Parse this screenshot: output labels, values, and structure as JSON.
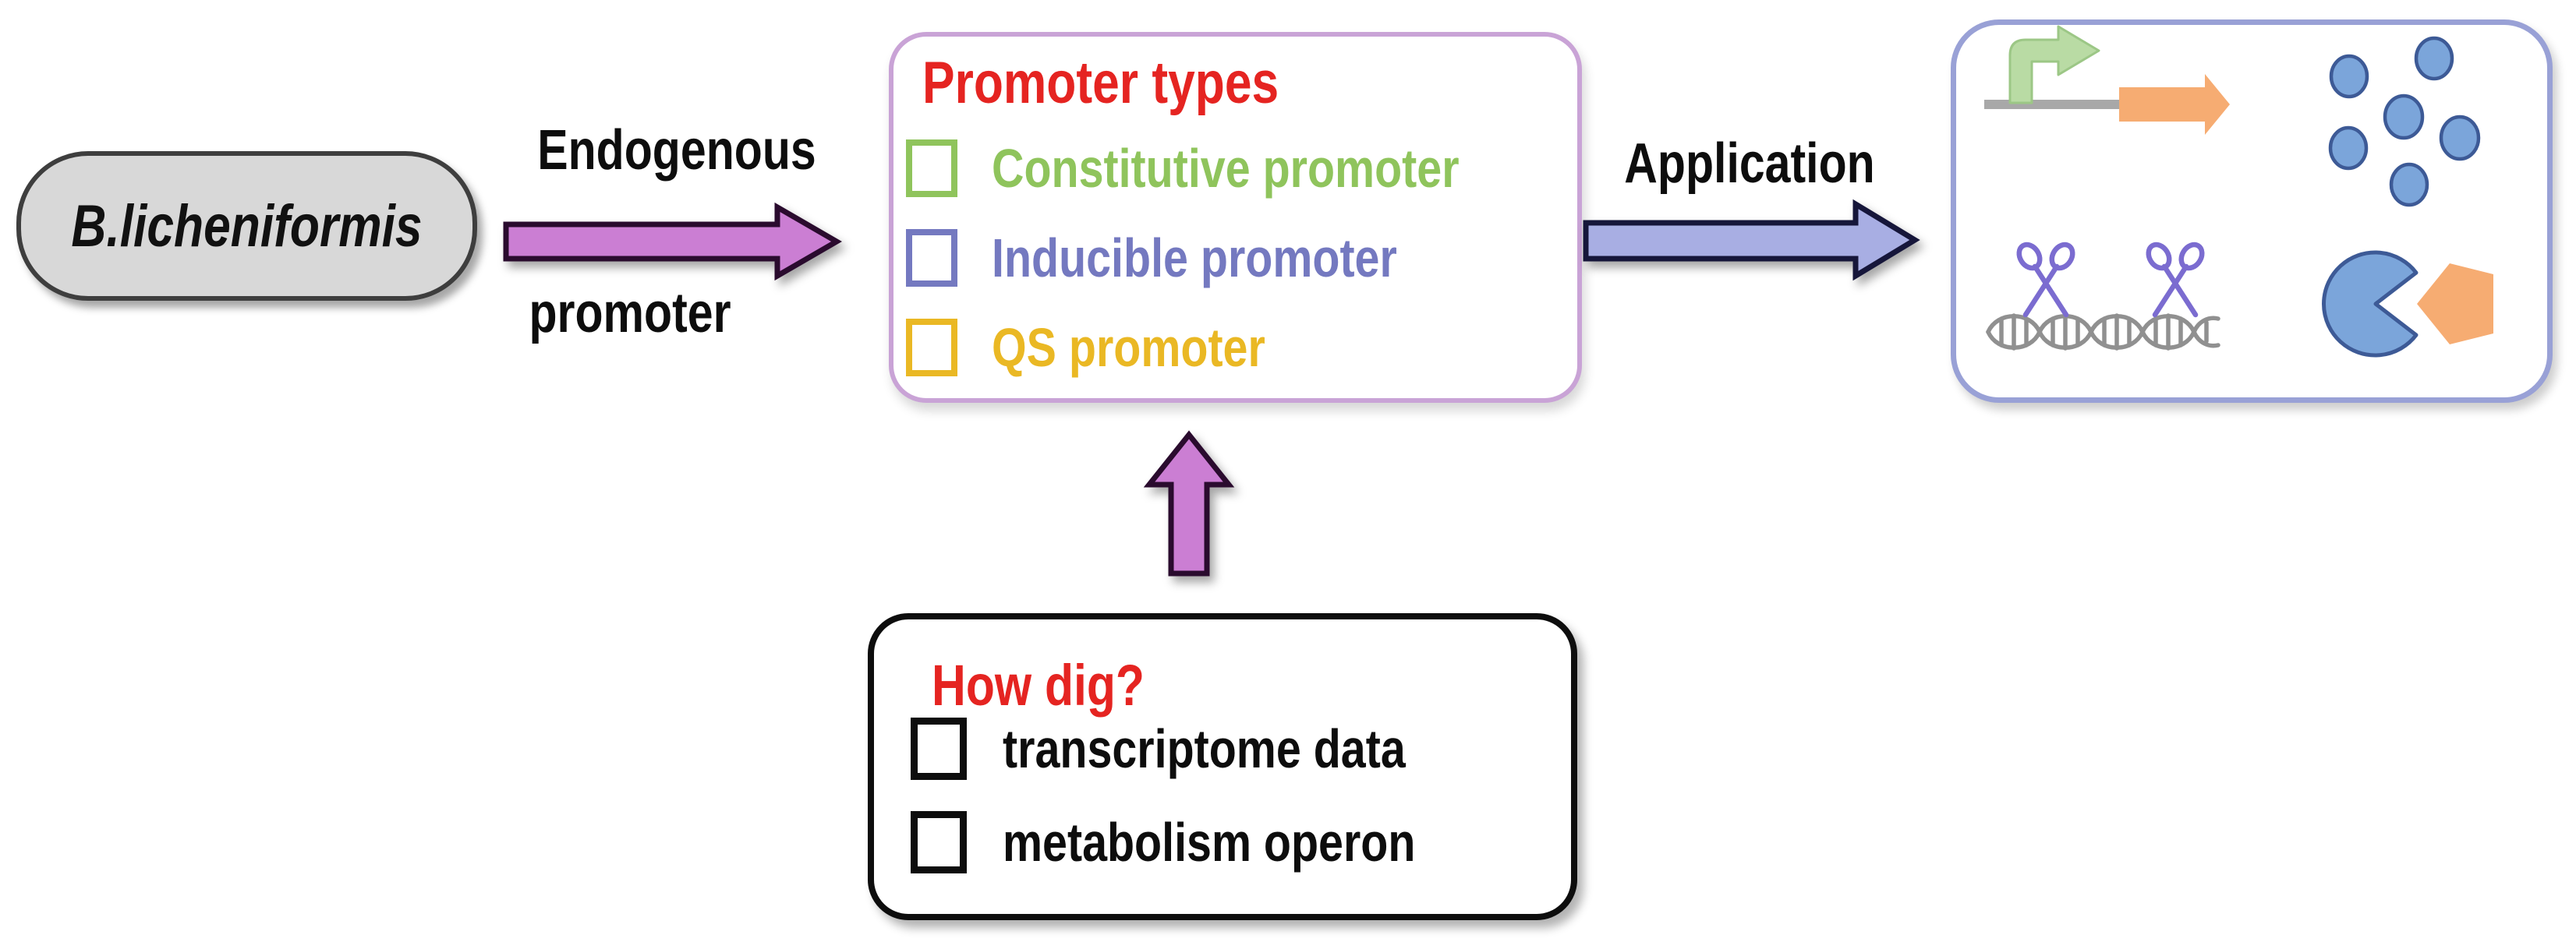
{
  "figure": {
    "organism_label": "B.licheniformis",
    "endogenous_arrow": {
      "line1": "Endogenous",
      "line2": "promoter"
    },
    "promoter_box": {
      "title": "Promoter types",
      "items": [
        {
          "id": "constitutive",
          "label": "Constitutive promoter"
        },
        {
          "id": "inducible",
          "label": "Inducible promoter"
        },
        {
          "id": "qs",
          "label": "QS promoter"
        }
      ]
    },
    "application_arrow": {
      "label": "Application"
    },
    "how_box": {
      "title": "How dig?",
      "items": [
        {
          "label": "transcriptome data"
        },
        {
          "label": "metabolism operon"
        }
      ]
    },
    "application_box_icons": [
      "promoter-gene-icon",
      "protein-dots-icon",
      "dna-scissors-icon",
      "enzyme-substrate-icon"
    ],
    "colors": {
      "red_title": "#e52421",
      "constitutive_green": "#8fc45c",
      "inducible_purple": "#7479c0",
      "qs_gold": "#eab824",
      "pink_arrow": "#cb7ed3",
      "pink_arrow_stroke": "#2a0b2e",
      "blue_arrow": "#a8aee3",
      "blue_arrow_stroke": "#16163a",
      "purple_box_border": "#c9a3d6",
      "app_box_border": "#99a1d6",
      "pill_fill": "#d8d8d8",
      "icon_blue": "#7ba5da",
      "icon_blue_stroke": "#3d5a96",
      "icon_orange": "#f6ac72",
      "icon_green": "#b9dba4",
      "icon_gray": "#909090",
      "scissors_purple": "#7b6cd0"
    }
  }
}
